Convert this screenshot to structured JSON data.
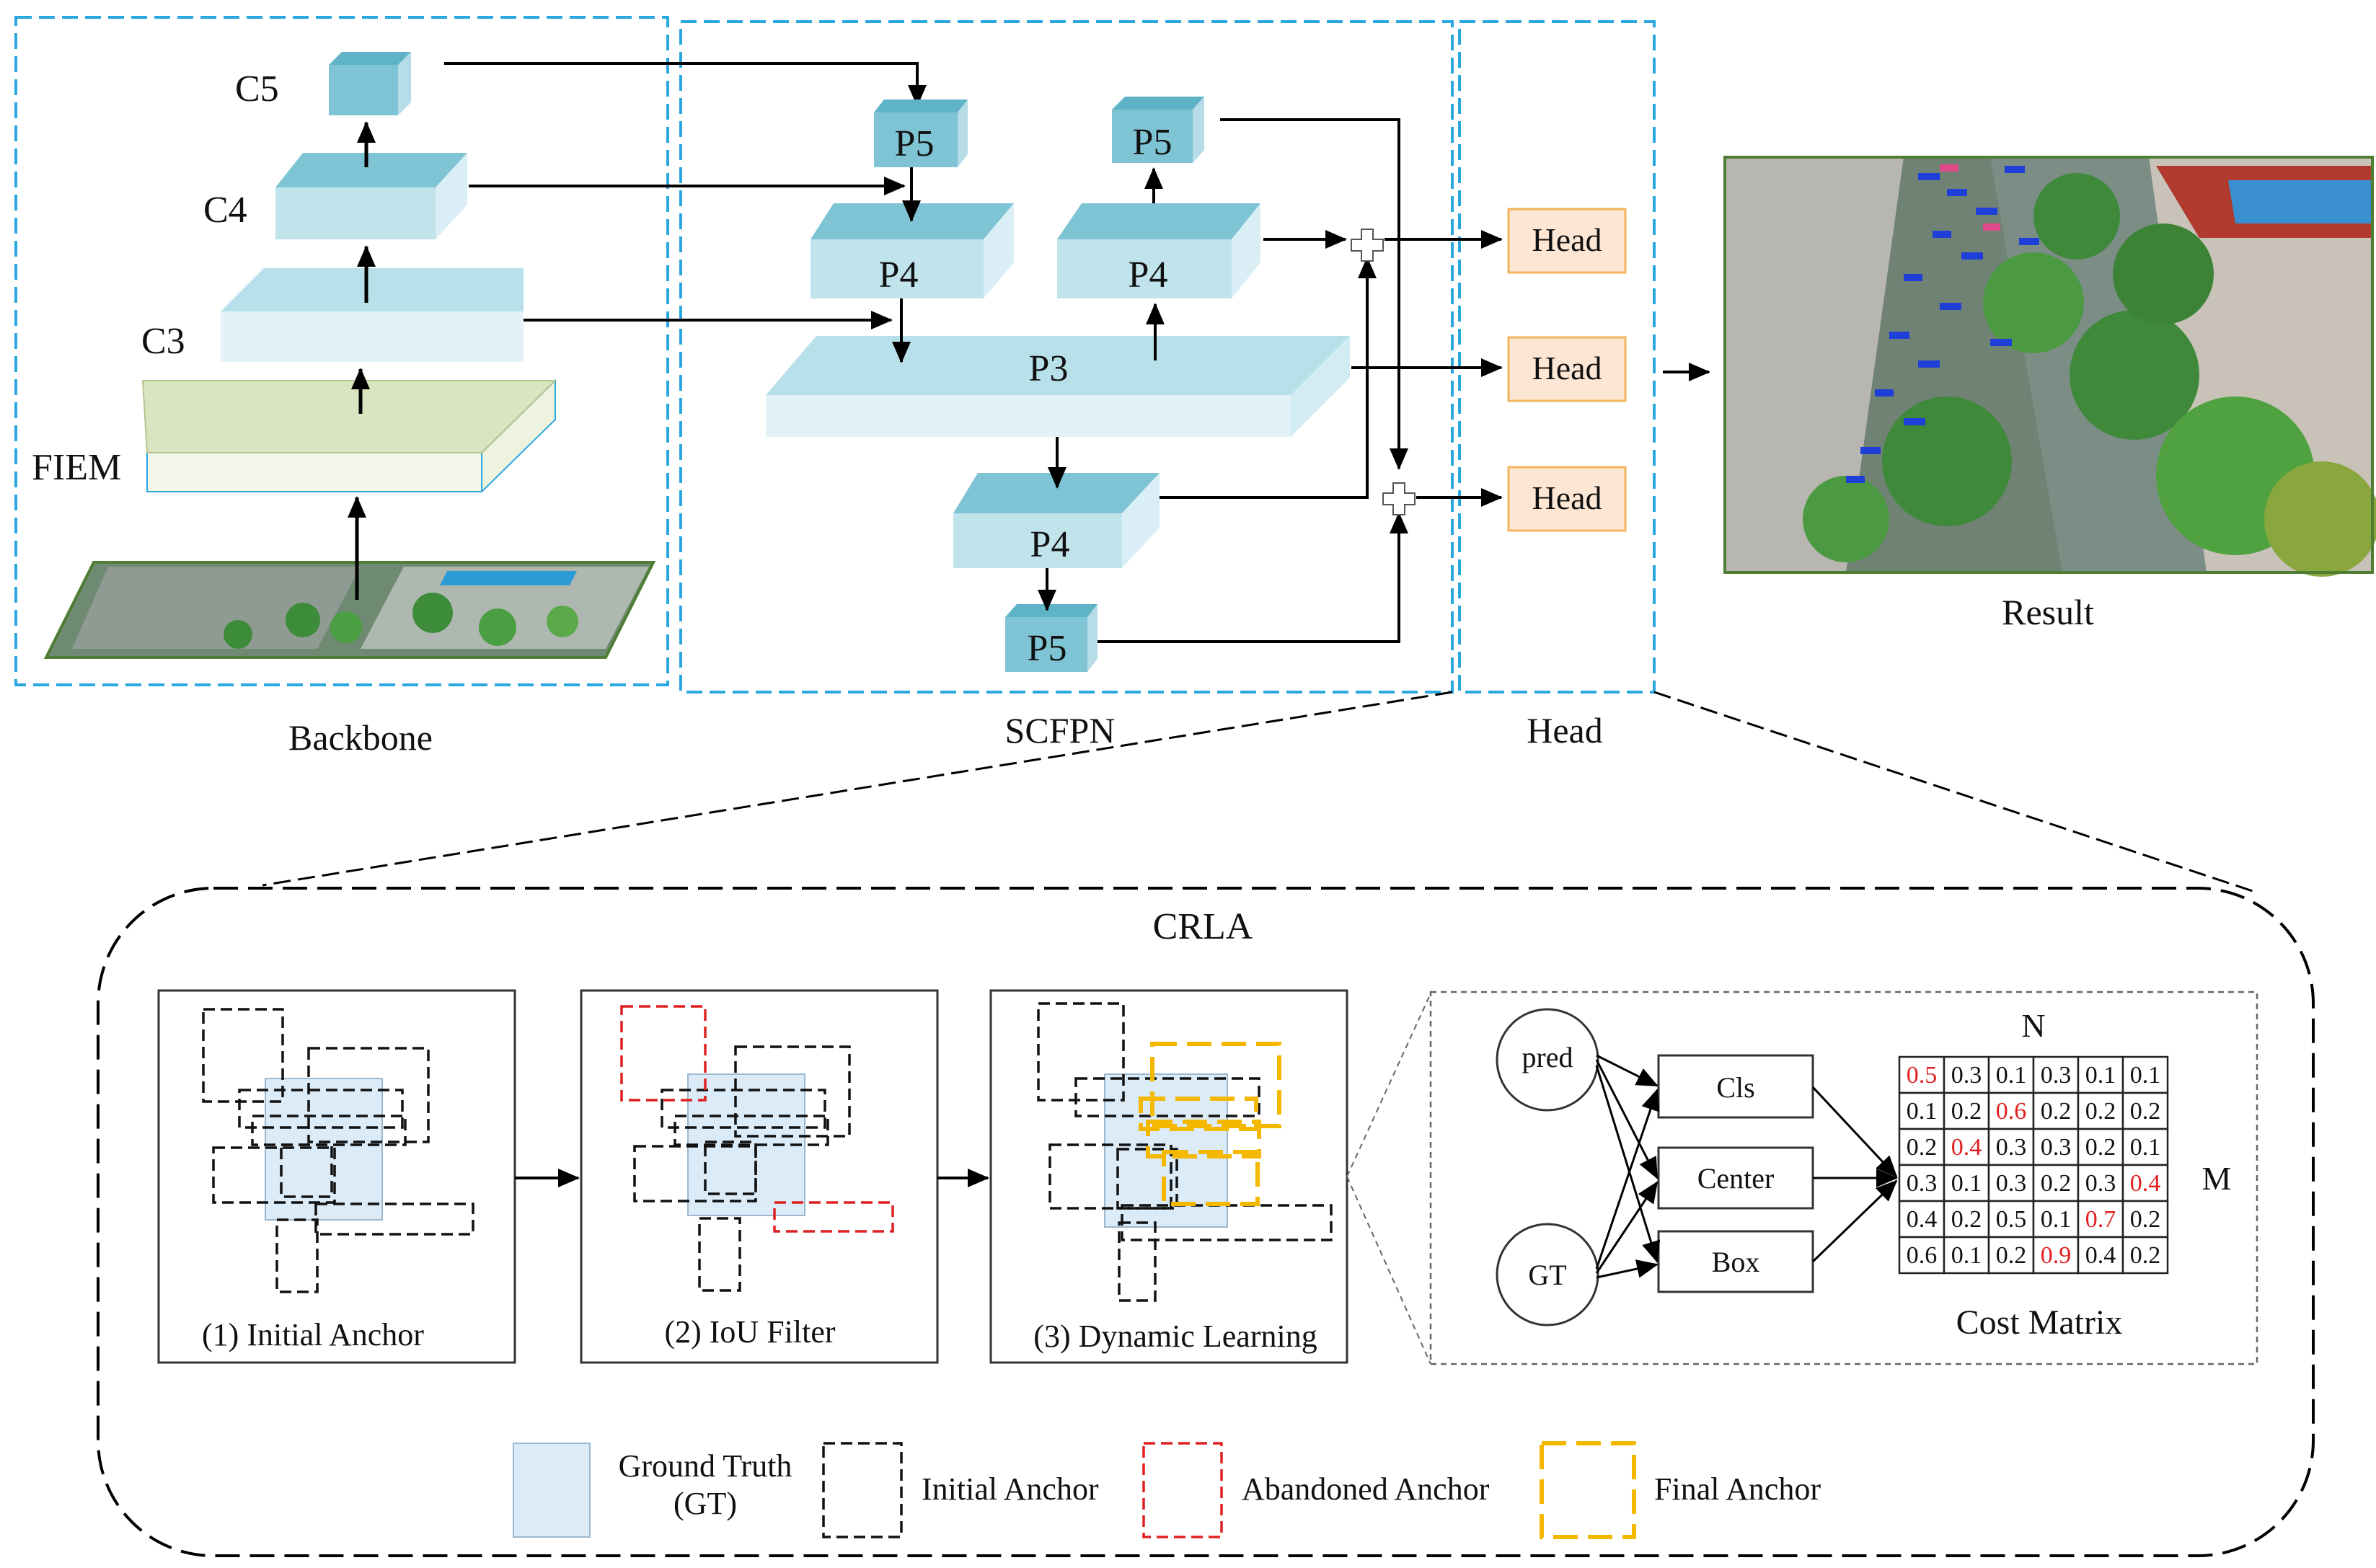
{
  "panels": {
    "backbone": "Backbone",
    "scfpn": "SCFPN",
    "head": "Head",
    "result": "Result"
  },
  "backbone": {
    "c5": "C5",
    "c4": "C4",
    "c3": "C3",
    "fiem": "FIEM"
  },
  "scfpn": {
    "p5_top": "P5",
    "p4_left": "P4",
    "p5_mid": "P5",
    "p4_mid": "P4",
    "p3": "P3",
    "p4_bottom": "P4",
    "p5_bottom": "P5"
  },
  "heads": [
    "Head",
    "Head",
    "Head"
  ],
  "crla": {
    "title": "CRLA",
    "step1": "(1) Initial Anchor",
    "step2": "(2) IoU Filter",
    "step3": "(3) Dynamic Learning",
    "pred": "pred",
    "gt": "GT",
    "cls": "Cls",
    "center": "Center",
    "box": "Box",
    "n_label": "N",
    "m_label": "M",
    "matrix_caption": "Cost Matrix",
    "matrix": [
      [
        "0.5",
        "0.3",
        "0.1",
        "0.3",
        "0.1",
        "0.1"
      ],
      [
        "0.1",
        "0.2",
        "0.6",
        "0.2",
        "0.2",
        "0.2"
      ],
      [
        "0.2",
        "0.4",
        "0.3",
        "0.3",
        "0.2",
        "0.1"
      ],
      [
        "0.3",
        "0.1",
        "0.3",
        "0.2",
        "0.3",
        "0.4"
      ],
      [
        "0.4",
        "0.2",
        "0.5",
        "0.1",
        "0.7",
        "0.2"
      ],
      [
        "0.6",
        "0.1",
        "0.2",
        "0.9",
        "0.4",
        "0.2"
      ]
    ],
    "highlight": [
      [
        0,
        0
      ],
      [
        1,
        2
      ],
      [
        2,
        1
      ],
      [
        3,
        5
      ],
      [
        4,
        4
      ],
      [
        5,
        3
      ]
    ]
  },
  "legend": {
    "gt_line1": "Ground Truth",
    "gt_line2": "(GT)",
    "initial": "Initial Anchor",
    "abandoned": "Abandoned Anchor",
    "final": "Final Anchor"
  },
  "colors": {
    "panel_border": "#2aa7df",
    "block_top": "#7fc4d4",
    "block_front": "#a9d9e6",
    "block_side": "#d2ecf3",
    "head_fill": "#fde7d4",
    "head_border": "#f2b45c",
    "gt_fill": "#dbebf8",
    "red": "#e02020",
    "gold": "#f5b800",
    "fiem_top": "#d9e4c0"
  }
}
